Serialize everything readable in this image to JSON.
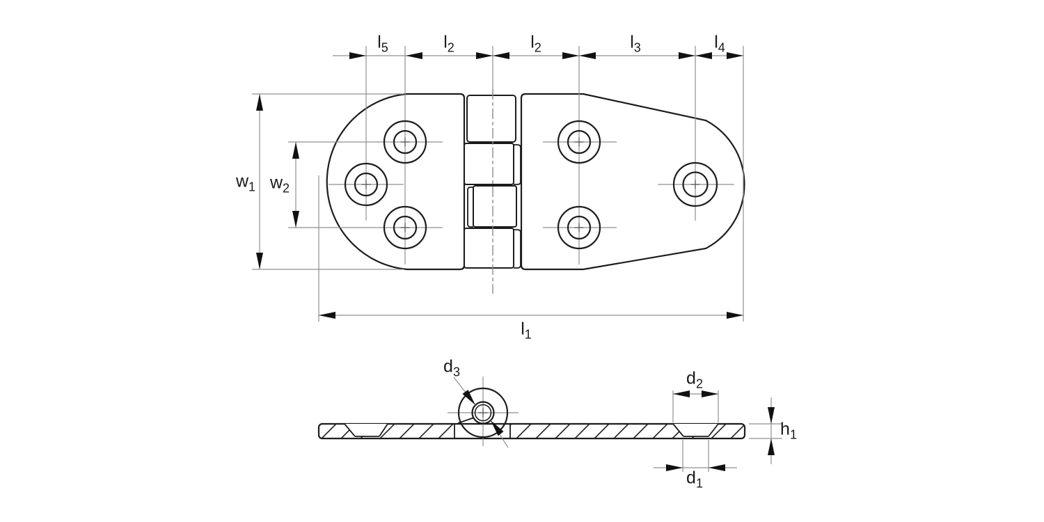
{
  "drawing_title": "hinge-technical-drawing",
  "labels": {
    "l5": {
      "base": "l",
      "sub": "5"
    },
    "l2a": {
      "base": "l",
      "sub": "2"
    },
    "l2b": {
      "base": "l",
      "sub": "2"
    },
    "l3": {
      "base": "l",
      "sub": "3"
    },
    "l4": {
      "base": "l",
      "sub": "4"
    },
    "l1": {
      "base": "l",
      "sub": "1"
    },
    "w1": {
      "base": "w",
      "sub": "1"
    },
    "w2": {
      "base": "w",
      "sub": "2"
    },
    "d3": {
      "base": "d",
      "sub": "3"
    },
    "d2": {
      "base": "d",
      "sub": "2"
    },
    "h1": {
      "base": "h",
      "sub": "1"
    },
    "d1": {
      "base": "d",
      "sub": "1"
    }
  },
  "colors": {
    "background": "#ffffff",
    "outline": "#1c1c1c",
    "dimension_line": "#8f8f8f",
    "centerline": "#8a8a8a",
    "arrow": "#111111",
    "label_text": "#1a1a1a"
  }
}
